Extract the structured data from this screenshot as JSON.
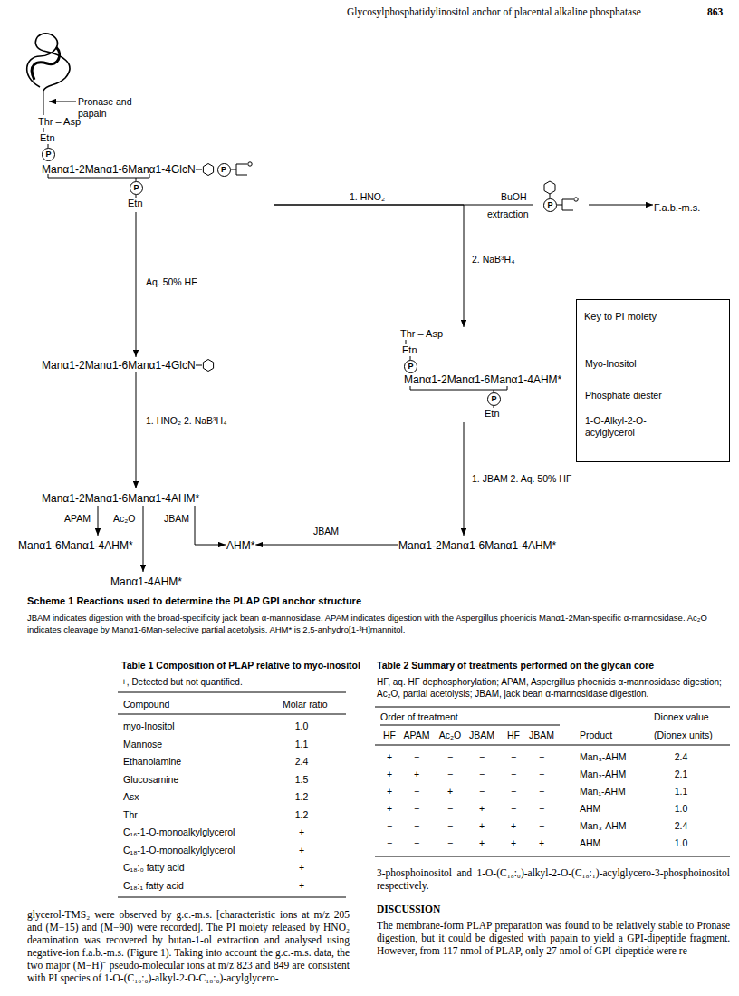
{
  "diagram": {
    "caption": "Scheme 1 Reactions used to determine the PLAP GPI anchor structure",
    "nodes": [
      {
        "text": [
          "Thr – Asp",
          "Etn",
          "Manα1-2Manα1-6Manα1-4GlcN",
          "Etn"
        ]
      },
      {
        "text": [
          "Manα1-2Manα1-6Manα1-4GlcN"
        ]
      },
      {
        "text": [
          "Manα1-2Manα1-6Manα1-4AHM*"
        ]
      },
      {
        "text": [
          "Manα1-6Manα1-4AHM*"
        ]
      },
      {
        "text": [
          "Manα1-4AHM*"
        ]
      },
      {
        "text": [
          "AHM*"
        ]
      },
      {
        "text": [
          "Thr – Asp",
          "Etn",
          "Manα1-2Manα1-6Manα1-4AHM*",
          "Etn"
        ]
      },
      {
        "text": [
          "Manα1-2Manα1-6Manα1-4AHM*"
        ]
      },
      {
        "text": [
          "F.a.b.-m.s."
        ]
      },
      {
        "text": [
          "Key to PI moiety"
        ]
      }
    ],
    "edges": [
      {
        "from": 0,
        "to": 1,
        "arrow": "to",
        "label": "Aq. 50% HF"
      },
      {
        "from": 1,
        "to": 2,
        "arrow": "to",
        "label": "1. HNO₂ 2. NaB³H₄"
      },
      {
        "from": 2,
        "to": 3,
        "arrow": "to",
        "label": "APAM"
      },
      {
        "from": 2,
        "to": 4,
        "arrow": "to",
        "label": "Ac₂O"
      },
      {
        "from": 2,
        "to": 5,
        "arrow": "to",
        "label": "JBAM"
      },
      {
        "from": 0,
        "to": 8,
        "arrow": "to",
        "label": "1. HNO₂"
      },
      {
        "from": 0,
        "to": 6,
        "arrow": "to",
        "label": "2. NaB³H₄"
      },
      {
        "from": 6,
        "to": 7,
        "arrow": "to",
        "label": "1. JBAM 2. Aq. 50% HF"
      },
      {
        "from": 7,
        "to": 5,
        "arrow": "to",
        "label": "JBAM"
      }
    ],
    "labels": [
      "Glycosylphosphatidylinositol anchor of placental alkaline phosphatase",
      "863",
      "Pronase and papain",
      "BuOH",
      "extraction",
      "P",
      "P",
      "P",
      "P",
      "P",
      "P",
      "P",
      "P",
      "JBAM indicates digestion with the broad-specificity jack bean α-mannosidase. APAM indicates digestion with the Aspergillus phoenicis Manα1-2Man-specific α-mannosidase. Ac₂O indicates cleavage by Manα1-6Man-selective partial acetolysis. AHM* is 2,5-anhydro[1-³H]mannitol.",
      "Table 1 Composition of PLAP relative to myo-inositol",
      "+, Detected but not quantified.",
      "Compound",
      "Molar ratio",
      "myo-Inositol",
      "1.0",
      "Mannose",
      "1.1",
      "Ethanolamine",
      "2.4",
      "Glucosamine",
      "1.5",
      "Asx",
      "1.2",
      "Thr",
      "1.2",
      "C₁₆-1-O-monoalkylglycerol",
      "+",
      "C₁₈-1-O-monoalkylglycerol",
      "+",
      "C₁₈:₀ fatty acid",
      "+",
      "C₁₈:₁ fatty acid",
      "+",
      "Table 2 Summary of treatments performed on the glycan core",
      "HF, aq. HF dephosphorylation; APAM, Aspergillus phoenicis α-mannosidase digestion; Ac₂O, partial acetolysis; JBAM, jack bean α-mannosidase digestion.",
      "Order of treatment",
      "Dionex value",
      "HF",
      "APAM",
      "Ac₂O",
      "JBAM",
      "HF",
      "JBAM",
      "Product",
      "(Dionex units)",
      "+",
      "−",
      "−",
      "−",
      "−",
      "−",
      "Man₃-AHM",
      "2.4",
      "+",
      "+",
      "−",
      "−",
      "−",
      "−",
      "Man₂-AHM",
      "2.1",
      "+",
      "−",
      "+",
      "−",
      "−",
      "−",
      "Man₁-AHM",
      "1.1",
      "+",
      "−",
      "−",
      "+",
      "−",
      "−",
      "AHM",
      "1.0",
      "−",
      "−",
      "−",
      "+",
      "+",
      "−",
      "Man₃-AHM",
      "2.4",
      "−",
      "−",
      "−",
      "+",
      "+",
      "+",
      "AHM",
      "1.0",
      "glycerol-TMS₂ were observed by g.c.-m.s. [characteristic ions at m/z 205 and (M−15) and (M−90) were recorded]. The PI moiety released by HNO₂ deamination was recovered by butan-1-ol extraction and analysed using negative-ion f.a.b.-m.s. (Figure 1). Taking into account the g.c.-m.s. data, the two major (M−H)⁻ pseudo-molecular ions at m/z 823 and 849 are consistent with PI species of 1-O-(C₁₆:₀)-alkyl-2-O-C₁₈:₀)-acylglycero-",
      "3-phosphoinositol and 1-O-(C₁₈:₀)-alkyl-2-O-(C₁₈:₁)-acylglycero-3-phosphoinositol respectively.",
      "DISCUSSION",
      "The membrane-form PLAP preparation was found to be relatively stable to Pronase digestion, but it could be digested with papain to yield a GPI-dipeptide fragment. However, from 117 nmol of PLAP, only 27 nmol of GPI-dipeptide were re-"
    ],
    "legend": [
      {
        "text": "Myo-Inositol"
      },
      {
        "text": "Phosphate diester"
      },
      {
        "text": "1-O-Alkyl-2-O-acylglycerol"
      }
    ]
  }
}
